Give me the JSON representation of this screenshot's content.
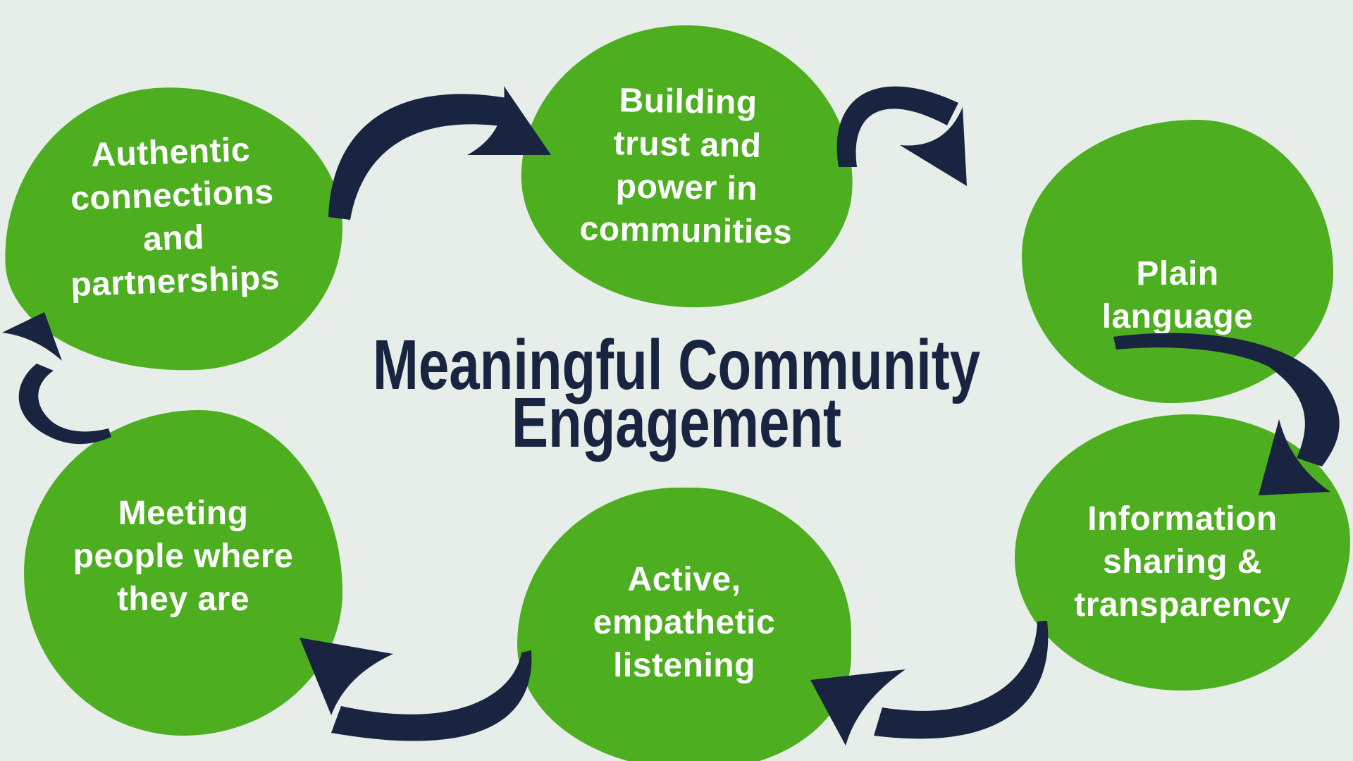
{
  "title": "Meaningful Community\nEngagement",
  "nodes": [
    {
      "id": "authentic-connections",
      "label": "Authentic\nconnections\nand\npartnerships"
    },
    {
      "id": "building-trust",
      "label": "Building\ntrust and\npower in\ncommunities"
    },
    {
      "id": "plain-language",
      "label": "Plain\nlanguage"
    },
    {
      "id": "information-sharing",
      "label": "Information\nsharing &\ntransparency"
    },
    {
      "id": "active-listening",
      "label": "Active,\nempathetic\nlistening"
    },
    {
      "id": "meeting-people",
      "label": "Meeting\npeople where\nthey are"
    }
  ],
  "connections": [
    {
      "from": "authentic-connections",
      "to": "building-trust"
    },
    {
      "from": "building-trust",
      "to": "plain-language"
    },
    {
      "from": "plain-language",
      "to": "information-sharing"
    },
    {
      "from": "information-sharing",
      "to": "active-listening"
    },
    {
      "from": "active-listening",
      "to": "meeting-people"
    },
    {
      "from": "meeting-people",
      "to": "authentic-connections"
    }
  ],
  "colors": {
    "background": "#E7EDE8",
    "blob_green": "#4DAE20",
    "arrow_navy": "#182440",
    "title_text": "#182440",
    "blob_text": "#FFFFFF"
  }
}
